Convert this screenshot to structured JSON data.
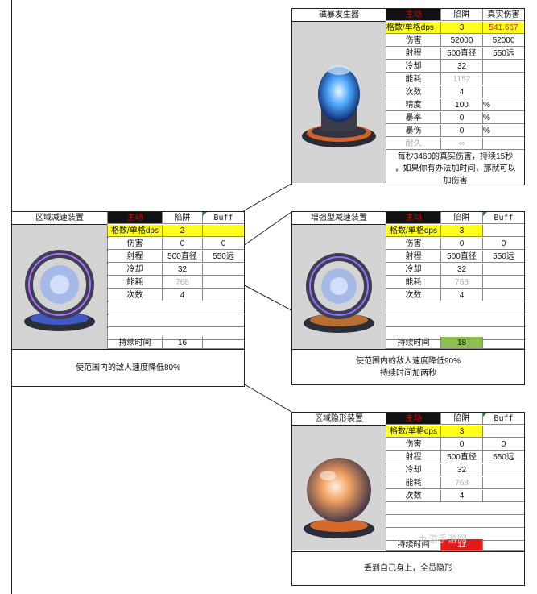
{
  "cards": {
    "top": {
      "name": "磁暴发生器",
      "type_label": "主动",
      "col_a": "陷阱",
      "col_b": "真实伤害",
      "rows": [
        {
          "k": "格数/单格dps",
          "a": "3",
          "b": "541.667"
        },
        {
          "k": "伤害",
          "a": "52000",
          "b": "52000"
        },
        {
          "k": "射程",
          "a": "500直径",
          "b": "550远"
        },
        {
          "k": "冷却",
          "a": "32",
          "b": ""
        },
        {
          "k": "能耗",
          "a": "1152",
          "b": ""
        },
        {
          "k": "次数",
          "a": "4",
          "b": ""
        },
        {
          "k": "精度",
          "a": "100",
          "b": "%"
        },
        {
          "k": "暴率",
          "a": "0",
          "b": "%"
        },
        {
          "k": "暴伤",
          "a": "0",
          "b": "%"
        },
        {
          "k": "耐久",
          "a": "∞",
          "b": ""
        }
      ],
      "desc_lines": [
        "每秒3460的真实伤害，持续15秒",
        "，如果你有办法加时间，那就可以",
        "加伤害"
      ]
    },
    "left": {
      "name": "区域减速装置",
      "type_label": "主动",
      "col_a": "陷阱",
      "col_b": "Buff",
      "rows": [
        {
          "k": "格数/单格dps",
          "a": "2",
          "b": ""
        },
        {
          "k": "伤害",
          "a": "0",
          "b": "0"
        },
        {
          "k": "射程",
          "a": "500直径",
          "b": "550远"
        },
        {
          "k": "冷却",
          "a": "32",
          "b": ""
        },
        {
          "k": "能耗",
          "a": "768",
          "b": ""
        },
        {
          "k": "次数",
          "a": "4",
          "b": ""
        }
      ],
      "duration_label": "持续时间",
      "duration_value": "16",
      "desc_lines": [
        "使范围内的敌人速度降低80%"
      ]
    },
    "mid": {
      "name": "增强型减速装置",
      "type_label": "主动",
      "col_a": "陷阱",
      "col_b": "Buff",
      "rows": [
        {
          "k": "格数/单格dps",
          "a": "3",
          "b": ""
        },
        {
          "k": "伤害",
          "a": "0",
          "b": "0"
        },
        {
          "k": "射程",
          "a": "500直径",
          "b": "550远"
        },
        {
          "k": "冷却",
          "a": "32",
          "b": ""
        },
        {
          "k": "能耗",
          "a": "768",
          "b": ""
        },
        {
          "k": "次数",
          "a": "4",
          "b": ""
        }
      ],
      "duration_label": "持续时间",
      "duration_value": "18",
      "desc_lines": [
        "使范围内的敌人速度降低90%",
        "持续时间加两秒"
      ]
    },
    "bottom": {
      "name": "区域隐形装置",
      "type_label": "主动",
      "col_a": "陷阱",
      "col_b": "Buff",
      "rows": [
        {
          "k": "格数/单格dps",
          "a": "3",
          "b": ""
        },
        {
          "k": "伤害",
          "a": "0",
          "b": "0"
        },
        {
          "k": "射程",
          "a": "500直径",
          "b": "550远"
        },
        {
          "k": "冷却",
          "a": "32",
          "b": ""
        },
        {
          "k": "能耗",
          "a": "768",
          "b": ""
        },
        {
          "k": "次数",
          "a": "4",
          "b": ""
        }
      ],
      "duration_label": "持续时间",
      "duration_value": "11",
      "desc_lines": [
        "丢到自己身上，全员隐形"
      ]
    }
  },
  "watermark": "九游手游网"
}
